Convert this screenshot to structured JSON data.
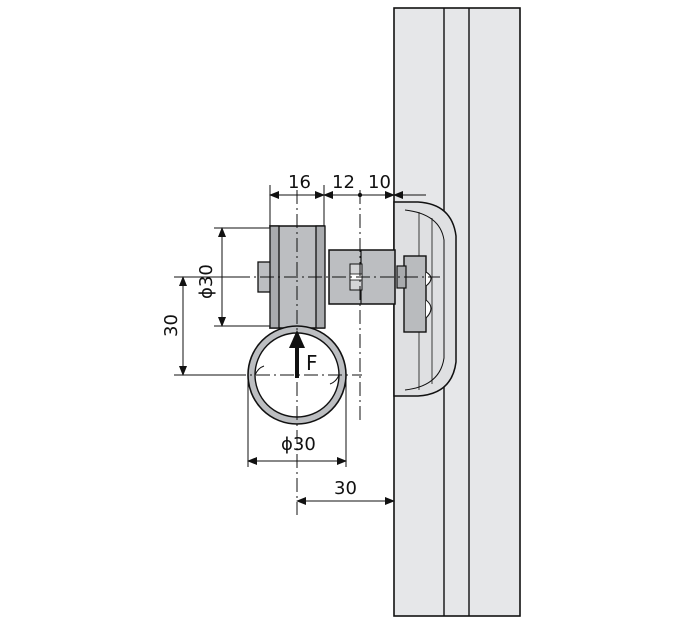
{
  "drawing": {
    "dim_top_a": "16",
    "dim_top_b": "12",
    "dim_top_c": "10",
    "dim_roller_dia": "ϕ30",
    "dim_offset_vertical": "30",
    "force_label": "F",
    "dim_tube_dia": "ϕ30",
    "dim_offset_horizontal": "30"
  },
  "colors": {
    "profile_fill": "#e6e7e9",
    "part_fill": "#bcbec1",
    "part_dark": "#9a9ca0",
    "line": "#111111"
  }
}
